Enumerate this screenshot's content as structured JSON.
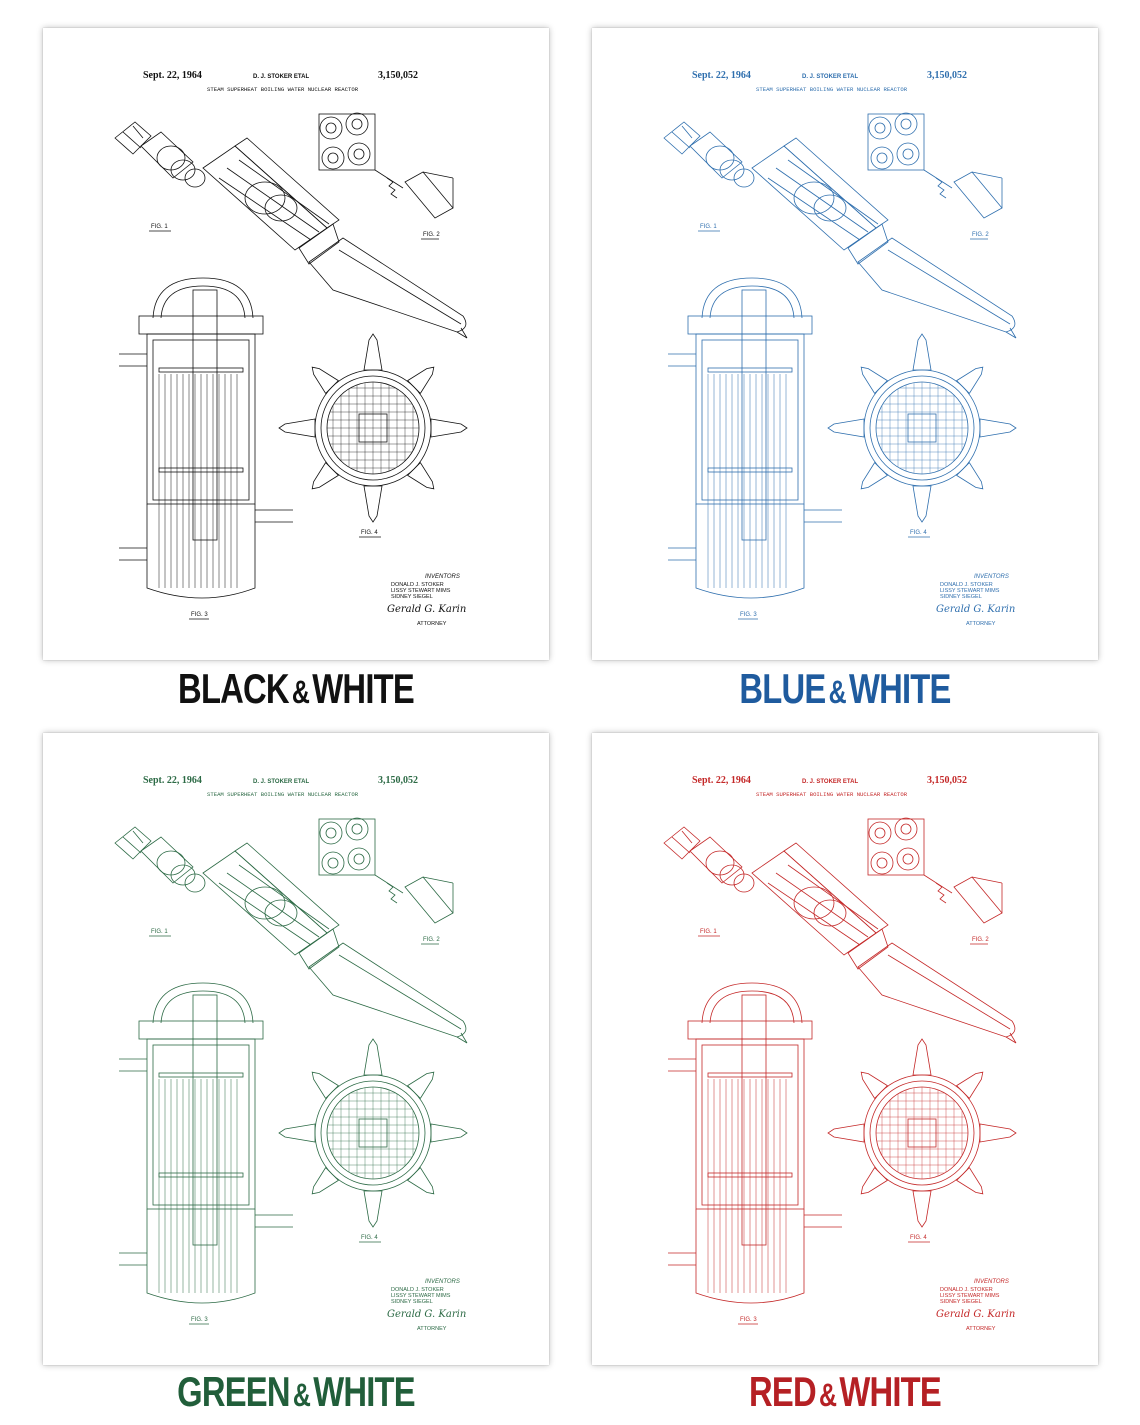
{
  "patent": {
    "date": "Sept. 22, 1964",
    "inventor_header": "D. J. STOKER ETAL",
    "number": "3,150,052",
    "title": "STEAM SUPERHEAT BOILING WATER NUCLEAR REACTOR",
    "fig1": "FIG. 1",
    "fig2": "FIG. 2",
    "fig3": "FIG. 3",
    "fig4": "FIG. 4",
    "inventors_label": "INVENTORS",
    "inventor_1": "DONALD J. STOKER",
    "inventor_2": "LISSY STEWART MIMS",
    "inventor_3": "SIDNEY SIEGEL",
    "signature": "Gerald G. Karin",
    "attorney_label": "ATTORNEY"
  },
  "variants": [
    {
      "word1": "BLACK",
      "amp": "&",
      "word2": "WHITE",
      "ink": "#111111",
      "caption_color": "#111111"
    },
    {
      "word1": "BLUE",
      "amp": "&",
      "word2": "WHITE",
      "ink": "#2f6fae",
      "caption_color": "#1f5b9e"
    },
    {
      "word1": "GREEN",
      "amp": "&",
      "word2": "WHITE",
      "ink": "#2c6a45",
      "caption_color": "#215e3a"
    },
    {
      "word1": "RED",
      "amp": "&",
      "word2": "WHITE",
      "ink": "#c42828",
      "caption_color": "#b52024"
    }
  ]
}
